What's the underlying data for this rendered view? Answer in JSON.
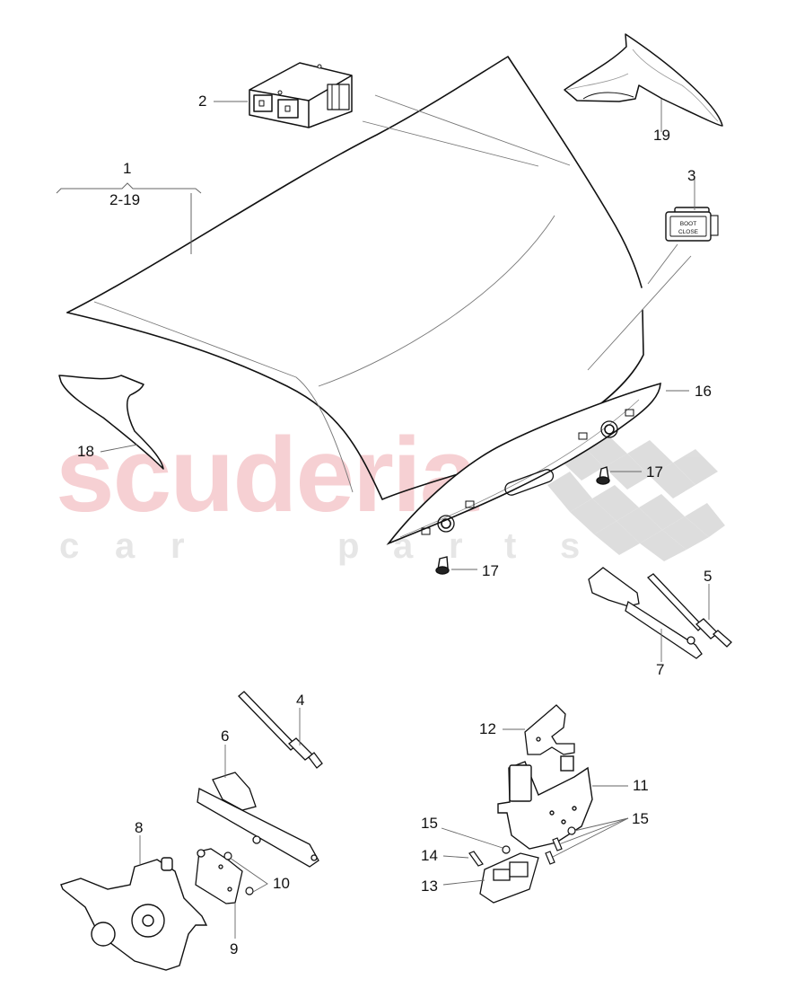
{
  "diagram": {
    "type": "exploded-parts-diagram",
    "subject": "Boot lid / trunk lid assembly with control unit, switch, struts, hinges and lock",
    "group_label": {
      "number": "1",
      "range": "2-19"
    },
    "watermark": {
      "main": "scuderia",
      "sub": [
        "c",
        "a",
        "r",
        "p",
        "a",
        "r",
        "t",
        "s"
      ],
      "main_color": "#f6d0d3",
      "sub_color": "#e6e6e6",
      "checker_color": "#d9d9d9"
    },
    "switch_text": {
      "line1": "BOOT",
      "line2": "CLOSE"
    },
    "callouts": [
      {
        "id": "c1",
        "number": "1",
        "part": "boot-lid"
      },
      {
        "id": "c2",
        "number": "2",
        "part": "control-unit"
      },
      {
        "id": "c3",
        "number": "3",
        "part": "boot-close-switch"
      },
      {
        "id": "c4",
        "number": "4",
        "part": "gas-strut-left"
      },
      {
        "id": "c5",
        "number": "5",
        "part": "gas-strut-right"
      },
      {
        "id": "c6",
        "number": "6",
        "part": "hinge-left"
      },
      {
        "id": "c7",
        "number": "7",
        "part": "hinge-right"
      },
      {
        "id": "c8",
        "number": "8",
        "part": "drive-motor"
      },
      {
        "id": "c9",
        "number": "9",
        "part": "cover-plate"
      },
      {
        "id": "c10",
        "number": "10",
        "part": "screws"
      },
      {
        "id": "c11",
        "number": "11",
        "part": "lock"
      },
      {
        "id": "c12",
        "number": "12",
        "part": "bracket"
      },
      {
        "id": "c13",
        "number": "13",
        "part": "striker"
      },
      {
        "id": "c14",
        "number": "14",
        "part": "bolt"
      },
      {
        "id": "c15a",
        "number": "15",
        "part": "screw"
      },
      {
        "id": "c15b",
        "number": "15",
        "part": "screws"
      },
      {
        "id": "c16",
        "number": "16",
        "part": "trim-panel"
      },
      {
        "id": "c17a",
        "number": "17",
        "part": "buffer"
      },
      {
        "id": "c17b",
        "number": "17",
        "part": "buffer"
      },
      {
        "id": "c18",
        "number": "18",
        "part": "trim-left"
      },
      {
        "id": "c19",
        "number": "19",
        "part": "trim-right"
      }
    ]
  }
}
